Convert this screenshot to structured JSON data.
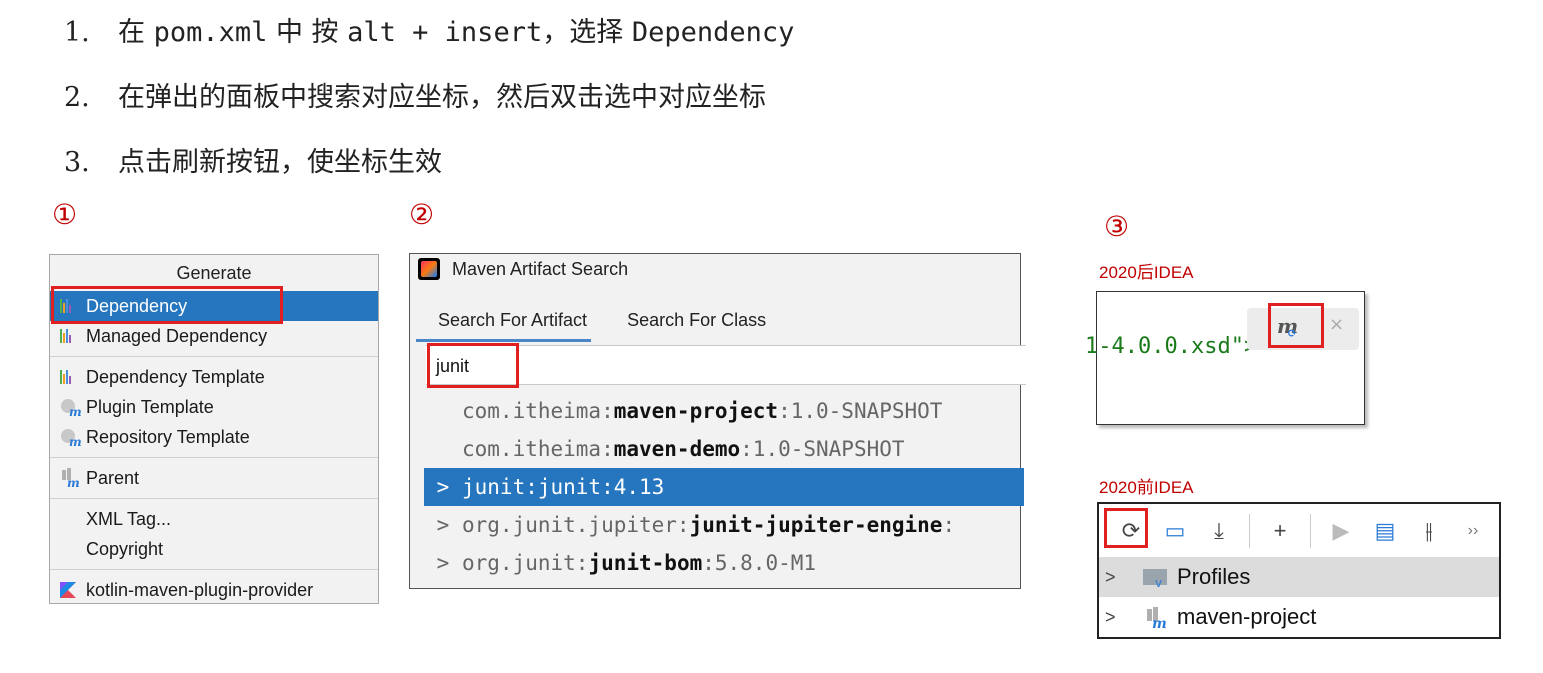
{
  "steps": [
    {
      "num": "1.",
      "pre": "在 ",
      "code": "pom.xml",
      "mid": " 中 按 ",
      "code2": "alt + insert",
      "post": "，选择 ",
      "code3": "Dependency"
    },
    {
      "num": "2.",
      "text": "在弹出的面板中搜索对应坐标，然后双击选中对应坐标"
    },
    {
      "num": "3.",
      "text": "点击刷新按钮，使坐标生效"
    }
  ],
  "markers": {
    "m1": "①",
    "m2": "②",
    "m3": "③"
  },
  "generate_menu": {
    "title": "Generate",
    "groups": [
      [
        "Dependency",
        "Managed Dependency"
      ],
      [
        "Dependency Template",
        "Plugin Template",
        "Repository Template"
      ],
      [
        "Parent"
      ],
      [
        "XML Tag...",
        "Copyright"
      ],
      [
        "kotlin-maven-plugin-provider"
      ]
    ],
    "selected": "Dependency"
  },
  "artifact_search": {
    "title": "Maven Artifact Search",
    "tabs": [
      "Search For Artifact",
      "Search For Class"
    ],
    "query": "junit",
    "results": [
      {
        "chev": "",
        "group": "com.itheima:",
        "artifact": "maven-project",
        "version": ":1.0-SNAPSHOT"
      },
      {
        "chev": "",
        "group": "com.itheima:",
        "artifact": "maven-demo",
        "version": ":1.0-SNAPSHOT"
      },
      {
        "chev": ">",
        "group": "junit:",
        "artifact": "junit",
        "version": ":4.13"
      },
      {
        "chev": ">",
        "group": "org.junit.jupiter:",
        "artifact": "junit-jupiter-engine",
        "version": ":"
      },
      {
        "chev": ">",
        "group": "org.junit:",
        "artifact": "junit-bom",
        "version": ":5.8.0-M1"
      }
    ]
  },
  "after2020": {
    "label": "2020后IDEA",
    "code": "1-4.0.0.xsd\">",
    "close": "×"
  },
  "before2020": {
    "label": "2020前IDEA",
    "toolbar": [
      "⟳",
      "▭",
      "⤓",
      "+",
      "▶",
      "▤",
      "⫲",
      "››"
    ],
    "tree": [
      {
        "chev": ">",
        "label": "Profiles"
      },
      {
        "chev": ">",
        "label": "maven-project"
      }
    ]
  }
}
